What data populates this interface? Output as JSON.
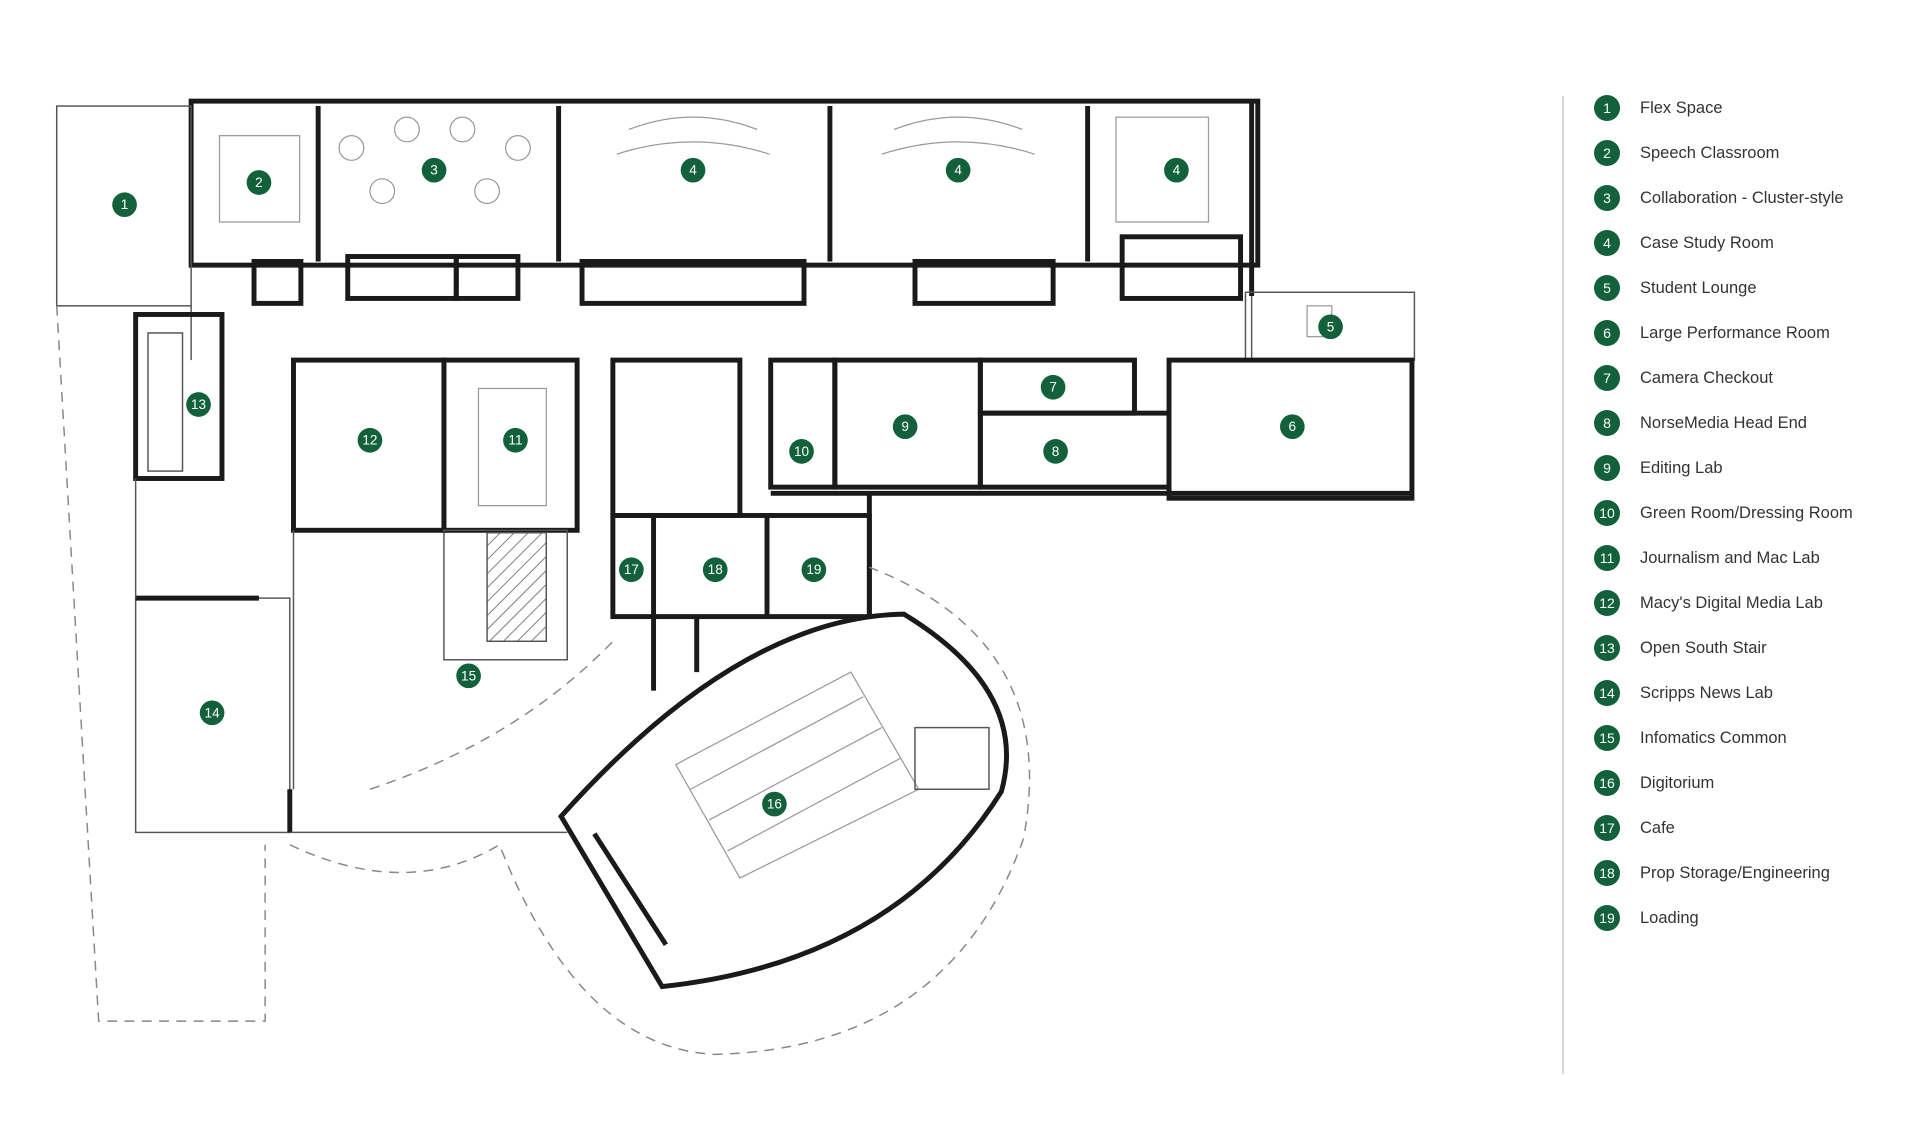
{
  "legend": [
    {
      "number": "1",
      "label": "Flex Space"
    },
    {
      "number": "2",
      "label": "Speech Classroom"
    },
    {
      "number": "3",
      "label": "Collaboration - Cluster-style"
    },
    {
      "number": "4",
      "label": "Case Study Room"
    },
    {
      "number": "5",
      "label": "Student Lounge"
    },
    {
      "number": "6",
      "label": "Large Performance Room"
    },
    {
      "number": "7",
      "label": "Camera Checkout"
    },
    {
      "number": "8",
      "label": "NorseMedia Head End"
    },
    {
      "number": "9",
      "label": "Editing Lab"
    },
    {
      "number": "10",
      "label": "Green Room/Dressing Room"
    },
    {
      "number": "11",
      "label": "Journalism and Mac Lab"
    },
    {
      "number": "12",
      "label": "Macy's Digital Media Lab"
    },
    {
      "number": "13",
      "label": "Open South Stair"
    },
    {
      "number": "14",
      "label": "Scripps News Lab"
    },
    {
      "number": "15",
      "label": "Infomatics Common"
    },
    {
      "number": "16",
      "label": "Digitorium"
    },
    {
      "number": "17",
      "label": "Cafe"
    },
    {
      "number": "18",
      "label": "Prop Storage/Engineering"
    },
    {
      "number": "19",
      "label": "Loading"
    }
  ],
  "colors": {
    "marker": "#12613a",
    "walls": "#1a1a1a"
  }
}
